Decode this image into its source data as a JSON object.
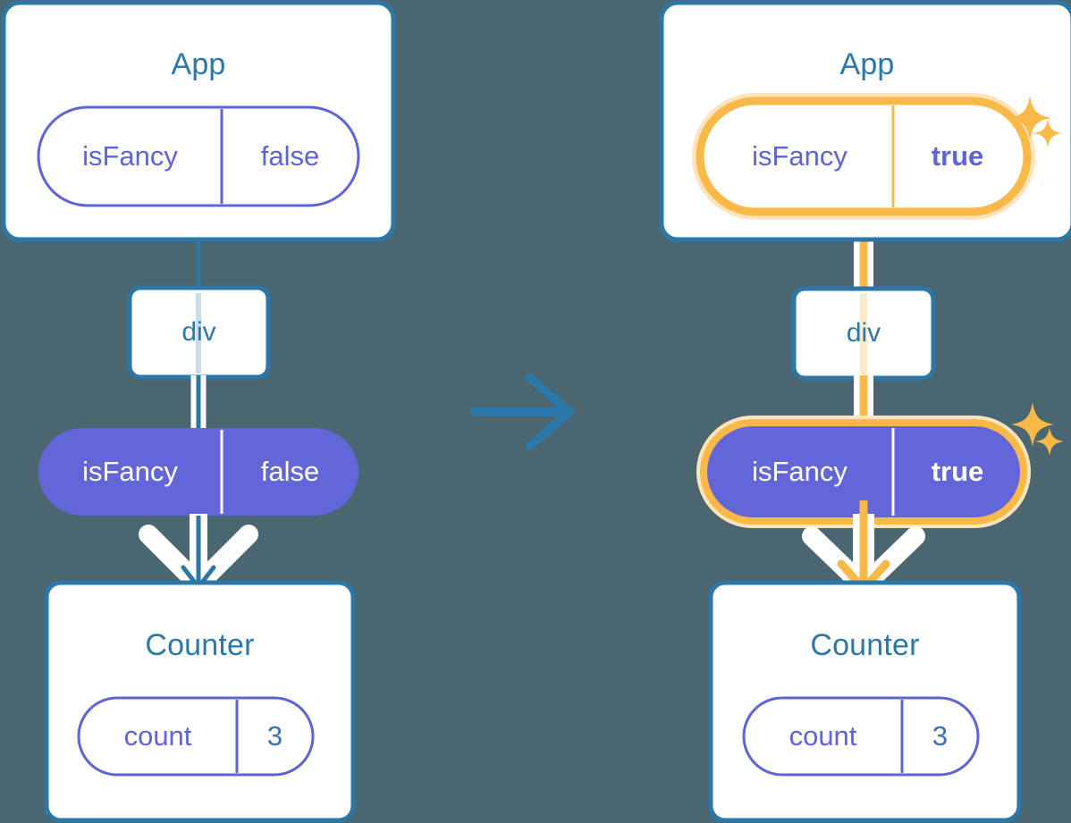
{
  "diagram": {
    "title": "react-state-propagation-before-after",
    "background_color": "#4a6670",
    "transition_arrow": "arrow-right-icon"
  },
  "colors": {
    "background": "#4a6670",
    "card_border": "#2b77a8",
    "card_fill": "#ffffff",
    "title_text": "#2b77a8",
    "pill_stroke": "#5f63d8",
    "pill_text": "#5f63d8",
    "pill_filled": "#6366d8",
    "pill_filled_text": "#ffffff",
    "highlight": "#f9b949",
    "highlight_glow": "#fde4bc",
    "highlight_faint": "#faeacb",
    "connector_blue": "#2b77a8",
    "connector_light": "#c9dcea",
    "white_outline": "#ffffff",
    "sparkle": "#f9b949"
  },
  "panels": [
    {
      "id": "before",
      "app_card": {
        "title": "App",
        "pill": {
          "name": "isFancy",
          "value": "false",
          "style": "outline",
          "highlighted": false
        }
      },
      "div_node": {
        "label": "div"
      },
      "props_pill": {
        "name": "isFancy",
        "value": "false",
        "style": "filled",
        "highlighted": false
      },
      "counter_card": {
        "title": "Counter",
        "pill": {
          "name": "count",
          "value": "3",
          "style": "outline",
          "highlighted": false
        }
      },
      "flow_color": "#2b77a8",
      "sparkles": false
    },
    {
      "id": "after",
      "app_card": {
        "title": "App",
        "pill": {
          "name": "isFancy",
          "value": "true",
          "style": "outline",
          "highlighted": true
        }
      },
      "div_node": {
        "label": "div"
      },
      "props_pill": {
        "name": "isFancy",
        "value": "true",
        "style": "filled",
        "highlighted": true
      },
      "counter_card": {
        "title": "Counter",
        "pill": {
          "name": "count",
          "value": "3",
          "style": "outline",
          "highlighted": false
        }
      },
      "flow_color": "#f9b949",
      "sparkles": true
    }
  ]
}
